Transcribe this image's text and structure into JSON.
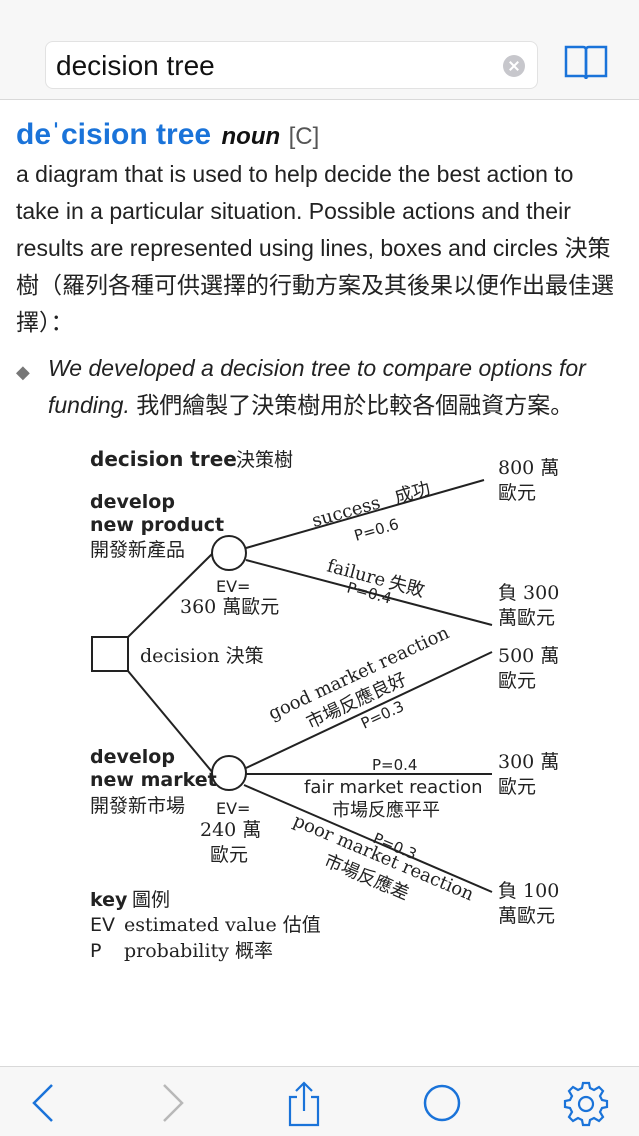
{
  "search": {
    "value": "decision tree",
    "placeholder": ""
  },
  "entry": {
    "headword": "deˈcision tree",
    "pos": "noun",
    "grammar": "[C]",
    "definition": "a diagram that is used to help decide the best action to take in a particular situation. Possible actions and their results are represented using lines, boxes and circles 決策樹（羅列各種可供選擇的行動方案及其後果以便作出最佳選擇）：",
    "example_en": "We developed a decision tree to compare options for funding.",
    "example_zh": "我們繪製了決策樹用於比較各個融資方案。"
  },
  "diagram": {
    "title": "decision tree",
    "title_zh": "決策樹",
    "decision_label": "decision 決策",
    "product": {
      "line1": "develop",
      "line2": "new product",
      "zh": "開發新產品",
      "ev_label": "EV=",
      "ev_value": "360 萬歐元"
    },
    "market": {
      "line1": "develop",
      "line2": "new market",
      "zh": "開發新市場",
      "ev_label": "EV=",
      "ev_value1": "240 萬",
      "ev_value2": "歐元"
    },
    "success": {
      "en": "success",
      "zh": "成功",
      "p": "P=0.6"
    },
    "failure": {
      "en": "failure",
      "zh": "失敗",
      "p": "P=0.4"
    },
    "good": {
      "en": "good market reaction",
      "zh": "市場反應良好",
      "p": "P=0.3"
    },
    "fair": {
      "en": "fair market reaction",
      "zh": "市場反應平平",
      "p": "P=0.4"
    },
    "poor": {
      "en": "poor market reaction",
      "zh": "市場反應差",
      "p": "P=0.3"
    },
    "outcomes": {
      "o1a": "800 萬",
      "o1b": "歐元",
      "o2a": "負 300",
      "o2b": "萬歐元",
      "o3a": "500 萬",
      "o3b": "歐元",
      "o4a": "300 萬",
      "o4b": "歐元",
      "o5a": "負 100",
      "o5b": "萬歐元"
    },
    "key": {
      "title": "key",
      "title_zh": "圖例",
      "ev_abbr": "EV",
      "ev_text": "estimated value 估值",
      "p_abbr": "P",
      "p_text": "probability 概率"
    }
  },
  "toolbar": {
    "back": "back-icon",
    "forward": "forward-icon",
    "share": "share-icon",
    "circle": "circle-icon",
    "settings": "gear-icon",
    "accent": "#1a73d9"
  }
}
